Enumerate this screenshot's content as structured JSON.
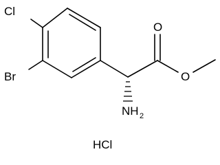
{
  "molecule": {
    "atoms": {
      "chlorine": "Cl",
      "bromine": "Br",
      "carbonyl_oxygen": "O",
      "ester_oxygen": "O",
      "amine_nitrogen": "NH",
      "amine_subscript": "2"
    },
    "salt": "HCl",
    "stereo_bond": "hashed-wedge"
  }
}
